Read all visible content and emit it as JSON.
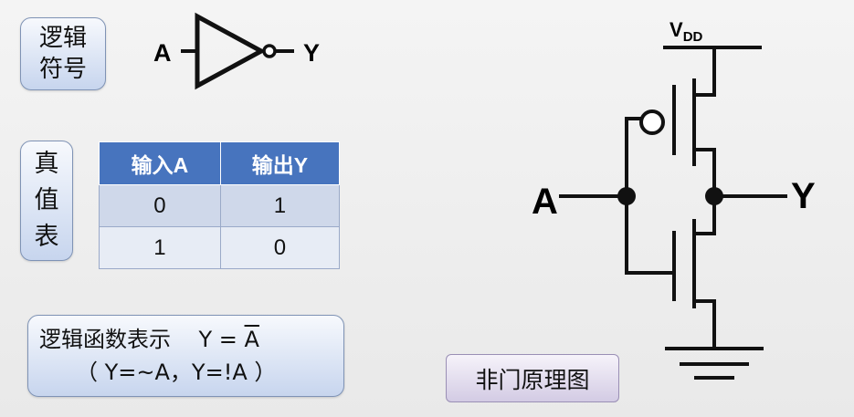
{
  "logic_symbol": {
    "label_line1": "逻辑",
    "label_line2": "符号",
    "input": "A",
    "output": "Y"
  },
  "truth_table": {
    "label_chars": [
      "真",
      "值",
      "表"
    ],
    "headers": [
      "输入A",
      "输出Y"
    ],
    "rows": [
      [
        "0",
        "1"
      ],
      [
        "1",
        "0"
      ]
    ]
  },
  "expression": {
    "prefix": "逻辑函数表示",
    "formula_lhs": "Y = ",
    "formula_var": "A",
    "alternatives": "（ Y=~A，Y=!A ）"
  },
  "schematic": {
    "supply": "V",
    "supply_sub": "DD",
    "input": "A",
    "output": "Y",
    "caption": "非门原理图"
  }
}
